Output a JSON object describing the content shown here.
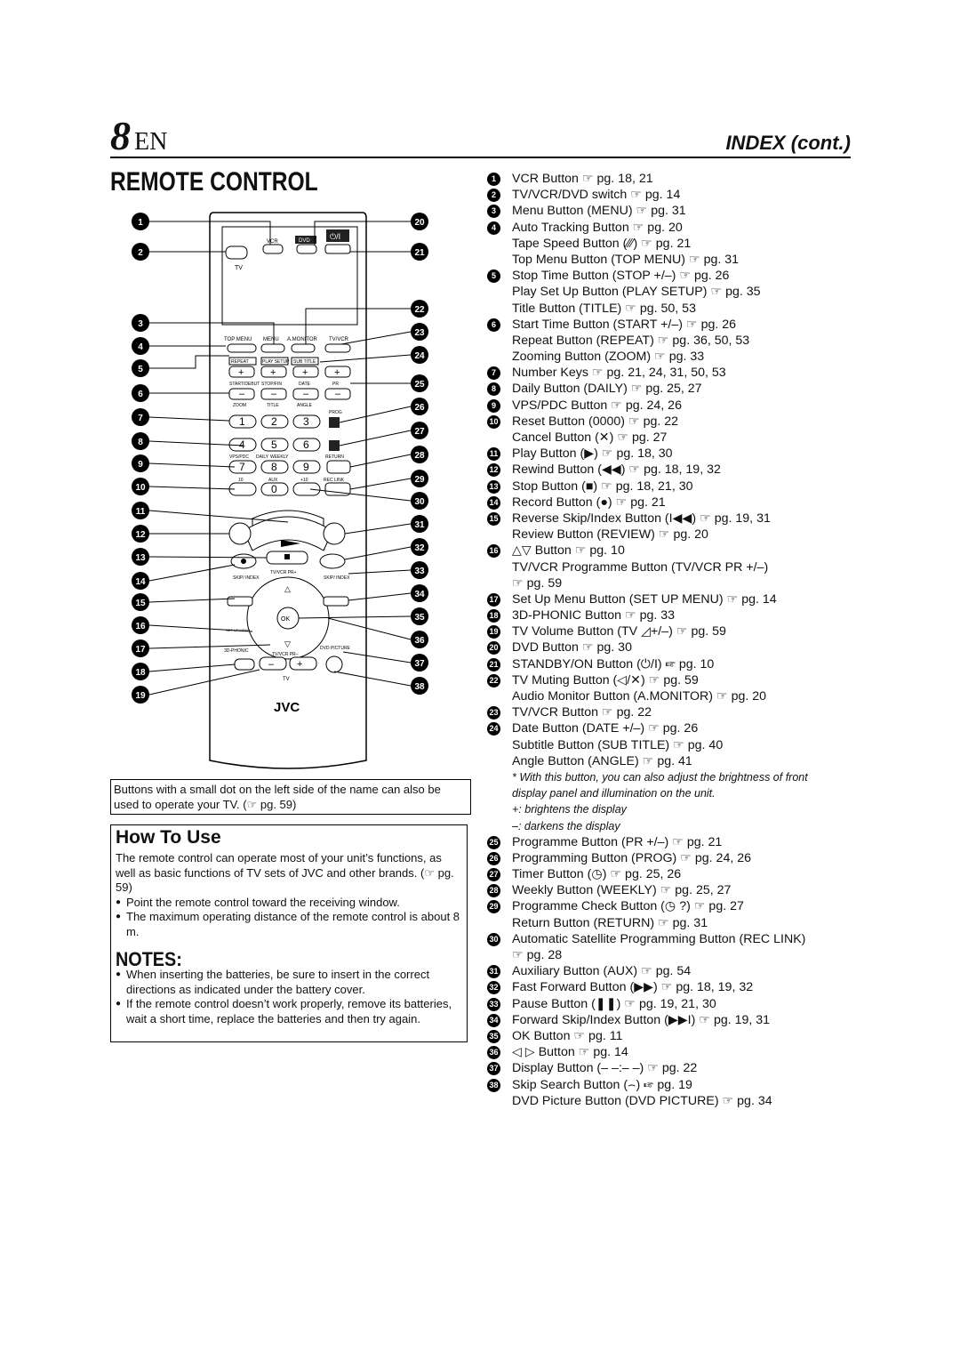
{
  "header": {
    "page_number": "8",
    "page_lang": "EN",
    "section_right": "INDEX (cont.)"
  },
  "title": "REMOTE CONTROL",
  "remote": {
    "labels": {
      "vcr": "VCR",
      "dvd": "DVD",
      "standby": "⏻/I",
      "tv": "TV",
      "top_menu": "TOP MENU",
      "menu": "MENU",
      "a_monitor": "A.MONITOR",
      "tv_vcr": "TV/VCR",
      "repeat": "REPEAT",
      "play_setup": "PLAY SETUP",
      "sub_title": "SUB TITLE",
      "start_daily": "START/DEBUT",
      "stop_fin": "STOP/FIN",
      "date": "DATE",
      "pr": "PR",
      "zoom": "ZOOM",
      "title": "TITLE",
      "angle": "ANGLE",
      "prog": "PROG",
      "vps_pdc": "VPS/PDC",
      "daily": "DAILY",
      "weekly": "WEEKLY",
      "return": "RETURN",
      "ten": "10",
      "aux": "AUX",
      "plus10": "+10",
      "rec_link": "REC LINK",
      "zeros": "0000",
      "skip_index_l": "SKIP/ INDEX",
      "skip_index_r": "SKIP/ INDEX",
      "tv_vcr_pr_plus": "TV/VCR PR+",
      "tv_vcr_pr_minus": "TV/VCR PR–",
      "ok": "OK",
      "setup_menu": "SET UP MENU",
      "three_d": "3D-PHONIC",
      "dvd_picture": "DVD PICTURE",
      "tv_vol": "TV",
      "brand": "JVC",
      "digits": [
        "1",
        "2",
        "3",
        "4",
        "5",
        "6",
        "7",
        "8",
        "9",
        "0"
      ]
    },
    "callouts": [
      "1",
      "2",
      "3",
      "4",
      "5",
      "6",
      "7",
      "8",
      "9",
      "10",
      "11",
      "12",
      "13",
      "14",
      "15",
      "16",
      "17",
      "18",
      "19",
      "20",
      "21",
      "22",
      "23",
      "24",
      "25",
      "26",
      "27",
      "28",
      "29",
      "30",
      "31",
      "32",
      "33",
      "34",
      "35",
      "36",
      "37",
      "38"
    ]
  },
  "dot_note": "Buttons with a small dot on the left side of the name can also be used to operate your TV. (☞ pg. 59)",
  "how_to_use": {
    "title": "How To Use",
    "intro": "The remote control can operate most of your unit’s functions, as well as basic functions of TV sets of JVC and other brands. (☞ pg. 59)",
    "bullets": [
      "Point the remote control toward the receiving window.",
      "The maximum operating distance of the remote control is about 8 m."
    ]
  },
  "notes": {
    "title": "NOTES:",
    "bullets": [
      "When inserting the batteries, be sure to insert in the correct directions as indicated under the battery cover.",
      "If the remote control doesn’t work properly, remove its batteries, wait a short time, replace the batteries and then try again."
    ]
  },
  "index": [
    {
      "n": "1",
      "text": "VCR Button ☞ pg. 18, 21"
    },
    {
      "n": "2",
      "text": "TV/VCR/DVD switch ☞ pg. 14"
    },
    {
      "n": "3",
      "text": "Menu Button (MENU) ☞ pg. 31"
    },
    {
      "n": "4",
      "text": "Auto Tracking Button ☞ pg. 20"
    },
    {
      "n": "",
      "text": "Tape Speed Button (∕∕∕) ☞ pg. 21"
    },
    {
      "n": "",
      "text": "Top Menu Button (TOP MENU) ☞ pg. 31"
    },
    {
      "n": "5",
      "text": "Stop Time Button (STOP +/–) ☞ pg. 26"
    },
    {
      "n": "",
      "text": "Play Set Up Button (PLAY SETUP) ☞ pg. 35"
    },
    {
      "n": "",
      "text": "Title Button (TITLE) ☞ pg. 50, 53"
    },
    {
      "n": "6",
      "text": "Start Time Button (START +/–) ☞ pg. 26"
    },
    {
      "n": "",
      "text": "Repeat Button (REPEAT) ☞ pg. 36, 50, 53"
    },
    {
      "n": "",
      "text": "Zooming Button (ZOOM) ☞ pg. 33"
    },
    {
      "n": "7",
      "text": "Number Keys ☞ pg. 21, 24, 31, 50, 53"
    },
    {
      "n": "8",
      "text": "Daily Button (DAILY) ☞ pg. 25, 27"
    },
    {
      "n": "9",
      "text": "VPS/PDC Button ☞ pg. 24, 26"
    },
    {
      "n": "10",
      "text": "Reset Button (0000) ☞ pg. 22"
    },
    {
      "n": "",
      "text": "Cancel Button (✕) ☞ pg. 27"
    },
    {
      "n": "11",
      "text": "Play Button (▶) ☞ pg. 18, 30"
    },
    {
      "n": "12",
      "text": "Rewind Button (◀◀) ☞ pg. 18, 19, 32"
    },
    {
      "n": "13",
      "text": "Stop Button (■) ☞ pg. 18, 21, 30"
    },
    {
      "n": "14",
      "text": "Record Button (●) ☞ pg. 21"
    },
    {
      "n": "15",
      "text": "Reverse Skip/Index Button (I◀◀) ☞ pg. 19, 31"
    },
    {
      "n": "",
      "text": "Review Button (REVIEW) ☞ pg. 20"
    },
    {
      "n": "16",
      "text": "△▽ Button ☞ pg. 10"
    },
    {
      "n": "",
      "text": "TV/VCR Programme Button (TV/VCR PR +/–)"
    },
    {
      "n": "",
      "text": "☞ pg. 59"
    },
    {
      "n": "17",
      "text": "Set Up Menu Button (SET UP MENU) ☞ pg. 14"
    },
    {
      "n": "18",
      "text": "3D-PHONIC Button ☞ pg. 33"
    },
    {
      "n": "19",
      "text": "TV Volume Button (TV ◿+/–) ☞ pg. 59"
    },
    {
      "n": "20",
      "text": "DVD Button ☞ pg. 30"
    },
    {
      "n": "21",
      "text": "STANDBY/ON Button (⏻/I) ☞ pg. 10"
    },
    {
      "n": "22",
      "text": "TV Muting Button (◁/✕) ☞ pg. 59"
    },
    {
      "n": "",
      "text": "Audio Monitor Button (A.MONITOR) ☞ pg. 20"
    },
    {
      "n": "23",
      "text": "TV/VCR Button ☞ pg. 22"
    },
    {
      "n": "24",
      "text": "Date Button (DATE +/–) ☞ pg. 26"
    },
    {
      "n": "",
      "text": "Subtitle Button (SUB TITLE) ☞ pg. 40"
    },
    {
      "n": "",
      "text": "Angle Button (ANGLE) ☞ pg. 41"
    },
    {
      "n": "",
      "text": "* With this button, you can also adjust the brightness of front",
      "small": true
    },
    {
      "n": "",
      "text": "display panel and illumination on the unit.",
      "small": true
    },
    {
      "n": "",
      "text": "+: brightens the display",
      "small": true
    },
    {
      "n": "",
      "text": "–: darkens the display",
      "small": true
    },
    {
      "n": "25",
      "text": "Programme Button (PR +/–) ☞ pg. 21"
    },
    {
      "n": "26",
      "text": "Programming Button (PROG) ☞ pg. 24, 26"
    },
    {
      "n": "27",
      "text": "Timer Button (◷) ☞ pg. 25, 26"
    },
    {
      "n": "28",
      "text": "Weekly Button (WEEKLY) ☞ pg. 25, 27"
    },
    {
      "n": "29",
      "text": "Programme Check Button (◷ ?) ☞ pg. 27"
    },
    {
      "n": "",
      "text": "Return Button (RETURN) ☞ pg. 31"
    },
    {
      "n": "30",
      "text": "Automatic Satellite Programming Button (REC LINK)"
    },
    {
      "n": "",
      "text": "☞ pg. 28"
    },
    {
      "n": "31",
      "text": "Auxiliary Button (AUX) ☞ pg. 54"
    },
    {
      "n": "32",
      "text": "Fast Forward Button (▶▶) ☞ pg. 18, 19, 32"
    },
    {
      "n": "33",
      "text": "Pause Button (❚❚) ☞ pg. 19, 21, 30"
    },
    {
      "n": "34",
      "text": "Forward Skip/Index Button (▶▶I) ☞ pg. 19, 31"
    },
    {
      "n": "35",
      "text": "OK Button ☞ pg. 11"
    },
    {
      "n": "36",
      "text": "◁ ▷ Button ☞ pg. 14"
    },
    {
      "n": "37",
      "text": "Display Button (– –:– –) ☞ pg. 22"
    },
    {
      "n": "38",
      "text": "Skip Search Button (⌢) ☞ pg. 19"
    },
    {
      "n": "",
      "text": "DVD Picture Button (DVD PICTURE) ☞ pg. 34"
    }
  ]
}
